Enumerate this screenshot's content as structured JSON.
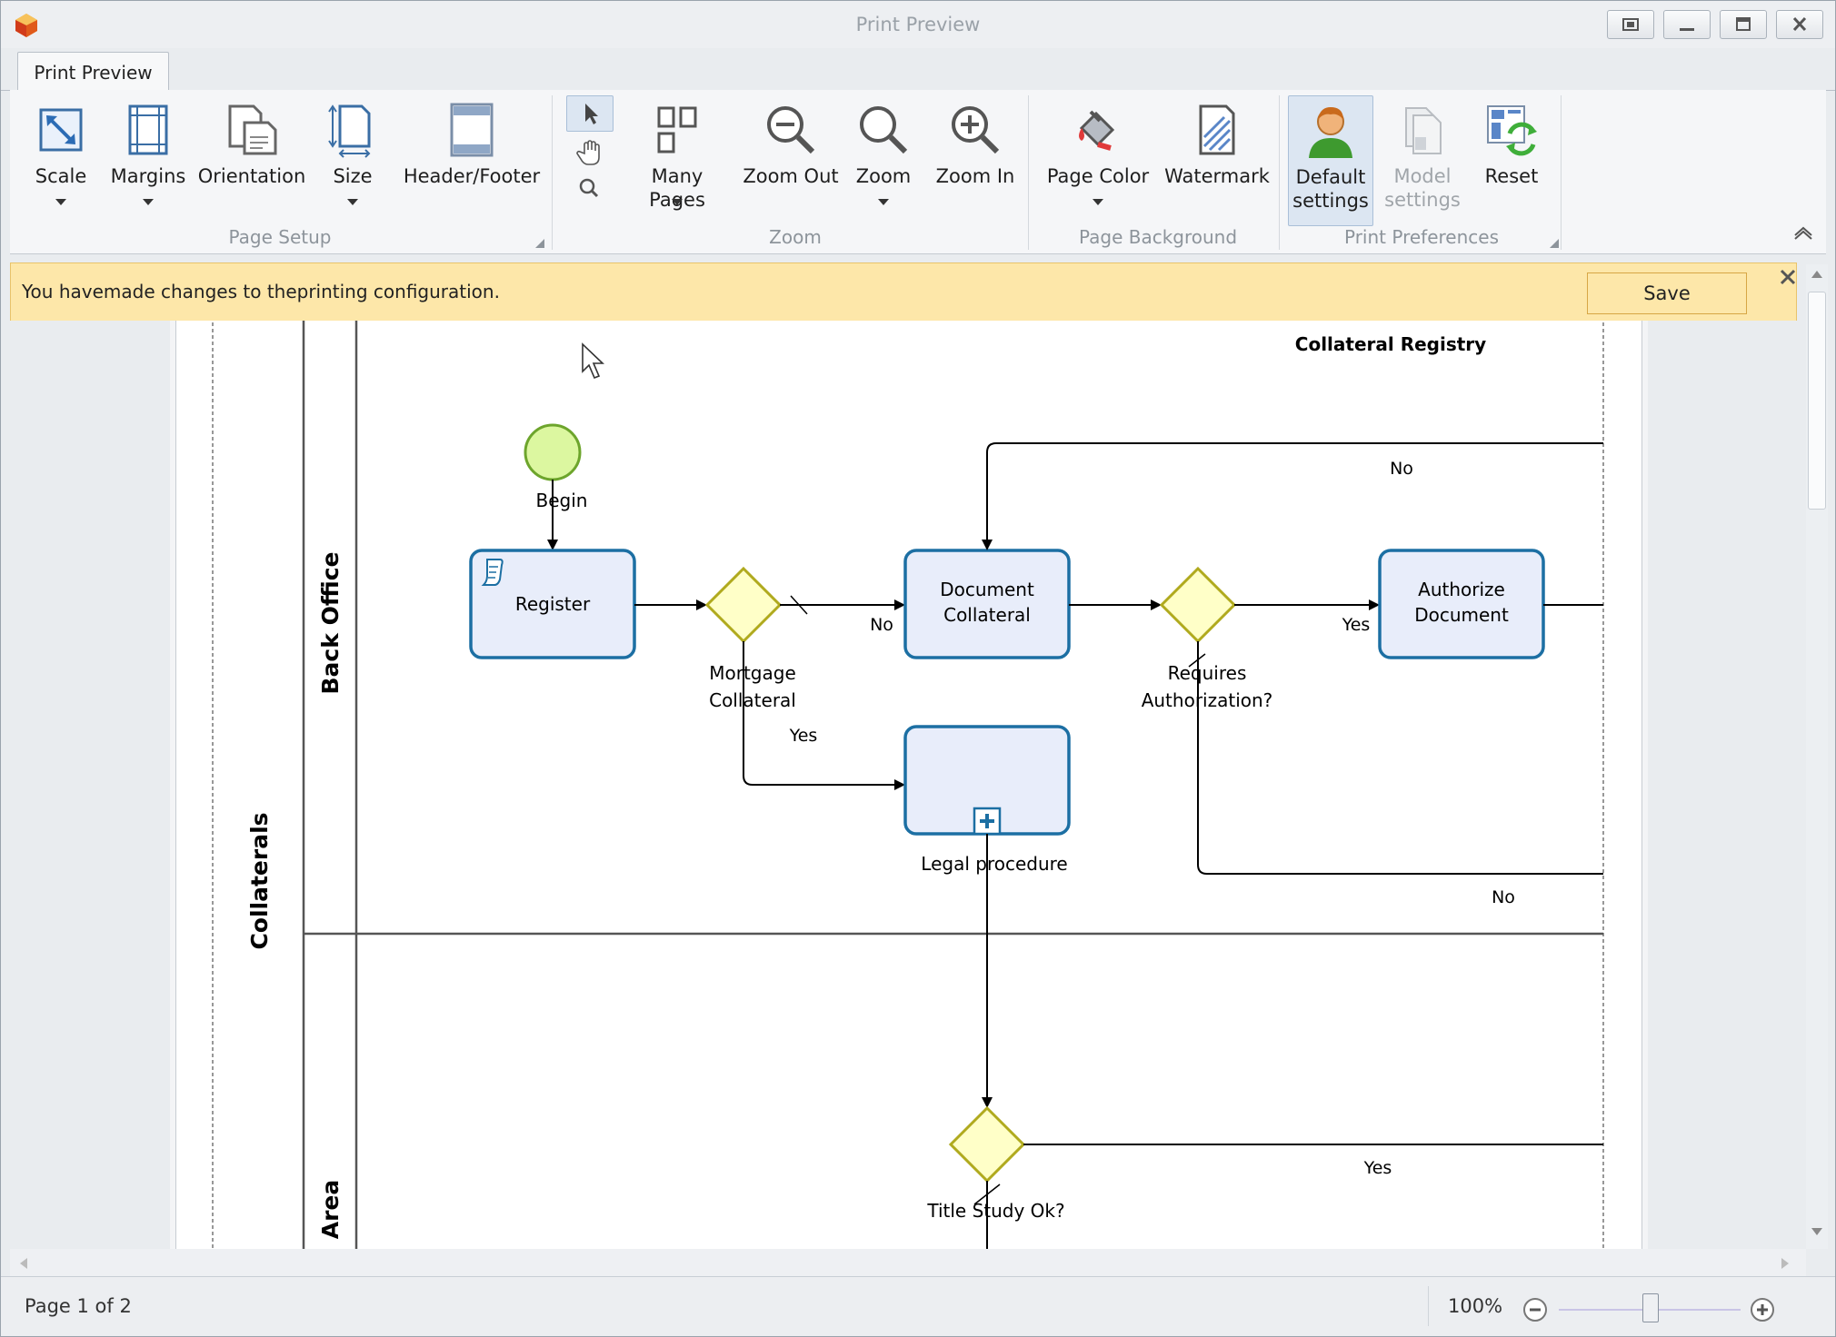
{
  "window": {
    "title": "Print Preview",
    "controls": [
      "fit",
      "minimize",
      "maximize",
      "close"
    ]
  },
  "ribbon": {
    "tab": "Print Preview",
    "groups": {
      "page_setup": {
        "label": "Page Setup",
        "buttons": {
          "scale": "Scale",
          "margins": "Margins",
          "orientation": "Orientation",
          "size": "Size",
          "header_footer": "Header/Footer"
        }
      },
      "zoom": {
        "label": "Zoom",
        "buttons": {
          "many_pages": "Many Pages",
          "zoom_out": "Zoom Out",
          "zoom": "Zoom",
          "zoom_in": "Zoom In"
        }
      },
      "page_background": {
        "label": "Page Background",
        "buttons": {
          "page_color": "Page Color",
          "watermark": "Watermark"
        }
      },
      "print_preferences": {
        "label": "Print Preferences",
        "buttons": {
          "default_settings": [
            "Default",
            "settings"
          ],
          "model_settings": [
            "Model",
            "settings"
          ],
          "reset": "Reset"
        }
      }
    }
  },
  "infobar": {
    "message": "You havemade changes to theprinting configuration.",
    "save_label": "Save"
  },
  "diagram": {
    "pool": "Collaterals",
    "lanes": [
      "Back Office",
      "egal Area"
    ],
    "header": "Collateral Registry",
    "events": {
      "start": "Begin"
    },
    "tasks": {
      "register": "Register",
      "document_collateral": [
        "Document",
        "Collateral"
      ],
      "authorize_document": [
        "Authorize",
        "Document"
      ],
      "legal_procedure": "Legal procedure"
    },
    "gateways": {
      "mortgage": [
        "Mortgage",
        "Collateral"
      ],
      "requires_auth": [
        "Requires",
        "Authorization?"
      ],
      "title_study": "Title Study Ok?"
    },
    "flow_labels": {
      "no_top": "No",
      "no_mortgage": "No",
      "yes_mortgage": "Yes",
      "yes_auth": "Yes",
      "no_bottom": "No",
      "yes_title": "Yes"
    },
    "colors": {
      "task_fill": "#e8edfa",
      "task_stroke": "#1c6fa3",
      "gateway_fill": "#ffffc8",
      "gateway_stroke": "#b0aa1e",
      "start_fill": "#dcf7a0",
      "start_stroke": "#6da52c"
    }
  },
  "status": {
    "page": "Page 1 of 2",
    "zoom": "100%",
    "zoom_level": 1.0
  }
}
